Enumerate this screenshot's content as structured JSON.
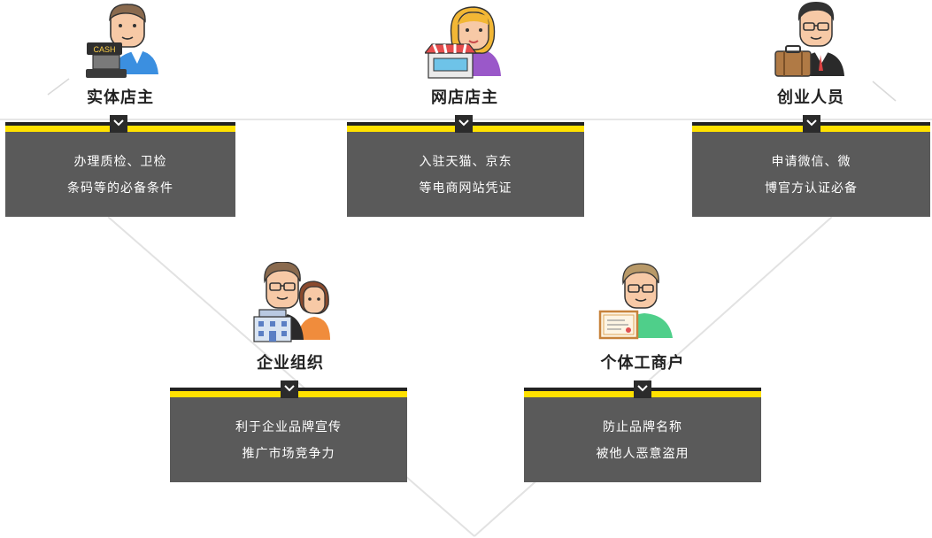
{
  "nodes": [
    {
      "title": "实体店主",
      "lines": [
        "办理质检、卫检",
        "条码等的必备条件"
      ],
      "icon": "shop-owner-cash-register-icon"
    },
    {
      "title": "网店店主",
      "lines": [
        "入驻天猫、京东",
        "等电商网站凭证"
      ],
      "icon": "online-store-owner-icon"
    },
    {
      "title": "创业人员",
      "lines": [
        "申请微信、微",
        "博官方认证必备"
      ],
      "icon": "entrepreneur-briefcase-icon"
    },
    {
      "title": "企业组织",
      "lines": [
        "利于企业品牌宣传",
        "推广市场竞争力"
      ],
      "icon": "enterprise-building-icon"
    },
    {
      "title": "个体工商户",
      "lines": [
        "防止品牌名称",
        "被他人恶意盗用"
      ],
      "icon": "individual-business-certificate-icon"
    }
  ],
  "badges": {
    "cash_label": "CASH"
  },
  "colors": {
    "card": "#5a5a5a",
    "accent": "#ffe100",
    "stripe": "#222222",
    "line": "#e2e2e2"
  }
}
